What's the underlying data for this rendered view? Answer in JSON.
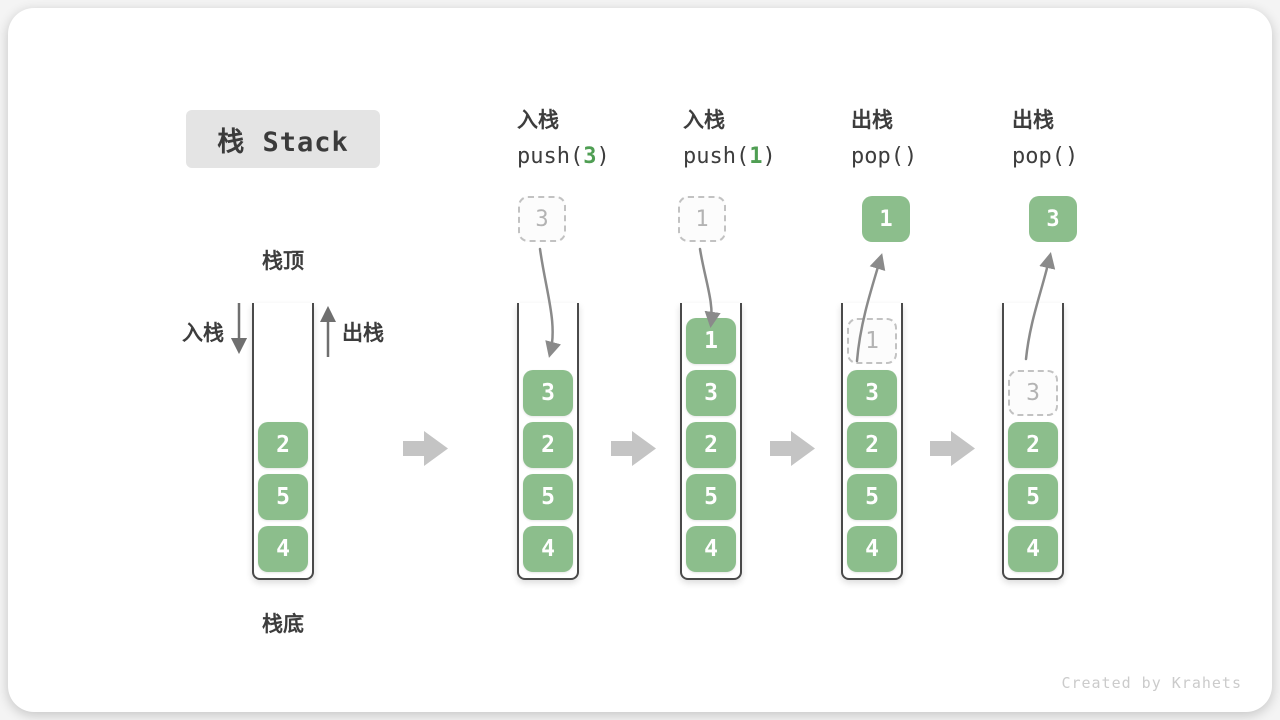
{
  "title": {
    "label": "栈 Stack"
  },
  "legend": {
    "stack_top": "栈顶",
    "stack_bottom": "栈底",
    "push_side": "入栈",
    "pop_side": "出栈"
  },
  "watermark": "Created by Krahets",
  "colors": {
    "cell_green": "#8CBE8C",
    "code_arg_green": "#4F9E53",
    "ghost_gray": "#C2C2C2",
    "flow_arrow_gray": "#C4C4C4"
  },
  "columns": [
    {
      "name": "initial-stack",
      "cells": [
        {
          "value": "2"
        },
        {
          "value": "5"
        },
        {
          "value": "4"
        }
      ]
    },
    {
      "name": "after-push-3",
      "header": "入栈",
      "code_pre": "push(",
      "code_arg": "3",
      "code_post": ")",
      "floating": {
        "value": "3",
        "variant": "dashed"
      },
      "cells": [
        {
          "value": "3"
        },
        {
          "value": "2"
        },
        {
          "value": "5"
        },
        {
          "value": "4"
        }
      ]
    },
    {
      "name": "after-push-1",
      "header": "入栈",
      "code_pre": "push(",
      "code_arg": "1",
      "code_post": ")",
      "floating": {
        "value": "1",
        "variant": "dashed"
      },
      "cells": [
        {
          "value": "1"
        },
        {
          "value": "3"
        },
        {
          "value": "2"
        },
        {
          "value": "5"
        },
        {
          "value": "4"
        }
      ]
    },
    {
      "name": "after-pop-1",
      "header": "出栈",
      "code_pre": "pop(",
      "code_arg": "",
      "code_post": ")",
      "floating": {
        "value": "1",
        "variant": "solid"
      },
      "cells": [
        {
          "value": "1",
          "ghost": true
        },
        {
          "value": "3"
        },
        {
          "value": "2"
        },
        {
          "value": "5"
        },
        {
          "value": "4"
        }
      ]
    },
    {
      "name": "after-pop-3",
      "header": "出栈",
      "code_pre": "pop(",
      "code_arg": "",
      "code_post": ")",
      "floating": {
        "value": "3",
        "variant": "solid"
      },
      "cells": [
        {
          "value": "3",
          "ghost": true
        },
        {
          "value": "2"
        },
        {
          "value": "5"
        },
        {
          "value": "4"
        }
      ]
    }
  ]
}
